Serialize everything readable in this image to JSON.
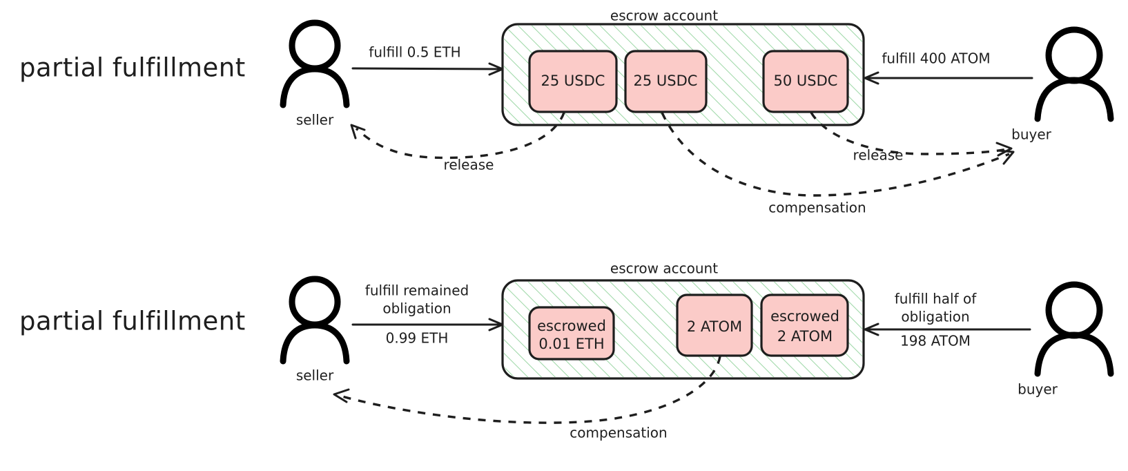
{
  "diagram": {
    "style": "hand-drawn-whiteboard",
    "background_color": "#ffffff",
    "ink_color": "#1e1e1e",
    "accent_pink": "#fbcbc8",
    "accent_green_hatch": "#9fd8a8",
    "rows": [
      {
        "id": "row-top",
        "title": "partial fulfillment",
        "left_actor": {
          "role": "seller",
          "label": "seller"
        },
        "right_actor": {
          "role": "buyer",
          "label": "buyer"
        },
        "escrow": {
          "label": "escrow account",
          "items": [
            {
              "id": "top-item-1",
              "label": "25 USDC"
            },
            {
              "id": "top-item-2",
              "label": "25 USDC"
            },
            {
              "id": "top-item-3",
              "label": "50 USDC"
            }
          ]
        },
        "edges": [
          {
            "id": "top-seller-in",
            "label": "fulfill 0.5 ETH",
            "kind": "solid",
            "from": "seller",
            "to": "escrow"
          },
          {
            "id": "top-buyer-in",
            "label": "fulfill 400 ATOM",
            "kind": "solid",
            "from": "buyer",
            "to": "escrow"
          },
          {
            "id": "top-release-seller",
            "label": "release",
            "kind": "dashed",
            "from": "top-item-1",
            "to": "seller"
          },
          {
            "id": "top-release-buyer",
            "label": "release",
            "kind": "dashed",
            "from": "top-item-3",
            "to": "buyer"
          },
          {
            "id": "top-compensation",
            "label": "compensation",
            "kind": "dashed",
            "from": "top-item-2",
            "to": "buyer"
          }
        ]
      },
      {
        "id": "row-bottom",
        "title": "partial fulfillment",
        "left_actor": {
          "role": "seller",
          "label": "seller"
        },
        "right_actor": {
          "role": "buyer",
          "label": "buyer"
        },
        "escrow": {
          "label": "escrow account",
          "items": [
            {
              "id": "bot-item-1",
              "label": "escrowed\n0.01 ETH",
              "line1": "escrowed",
              "line2": "0.01 ETH"
            },
            {
              "id": "bot-item-2",
              "label": "2 ATOM",
              "line1": "2 ATOM",
              "line2": ""
            },
            {
              "id": "bot-item-3",
              "label": "escrowed\n2 ATOM",
              "line1": "escrowed",
              "line2": "2 ATOM"
            }
          ]
        },
        "edges": [
          {
            "id": "bot-seller-in",
            "kind": "solid",
            "from": "seller",
            "to": "escrow",
            "label_line1": "fulfill remained",
            "label_line2": "obligation",
            "label_line3": "0.99 ETH"
          },
          {
            "id": "bot-buyer-in",
            "kind": "solid",
            "from": "buyer",
            "to": "escrow",
            "label_line1": "fulfill half of",
            "label_line2": "obligation",
            "label_line3": "198 ATOM"
          },
          {
            "id": "bot-compensation",
            "label": "compensation",
            "kind": "dashed",
            "from": "bot-item-2",
            "to": "seller"
          }
        ]
      }
    ]
  }
}
